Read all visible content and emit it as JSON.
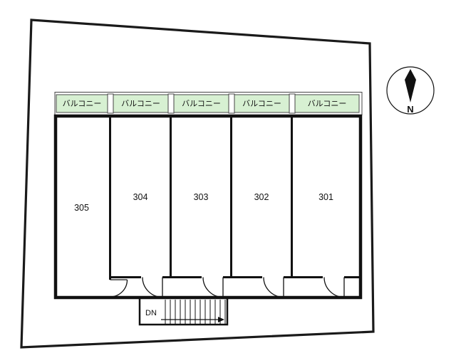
{
  "balconies": [
    {
      "label": "バルコニー"
    },
    {
      "label": "バルコニー"
    },
    {
      "label": "バルコニー"
    },
    {
      "label": "バルコニー"
    },
    {
      "label": "バルコニー"
    }
  ],
  "units": [
    {
      "number": "305"
    },
    {
      "number": "304"
    },
    {
      "number": "303"
    },
    {
      "number": "302"
    },
    {
      "number": "301"
    }
  ],
  "stairs": {
    "direction_label": "DN"
  },
  "compass": {
    "north_label": "N"
  },
  "colors": {
    "balcony_fill": "#d7f0d2",
    "wall": "#111111",
    "background": "#ffffff"
  }
}
